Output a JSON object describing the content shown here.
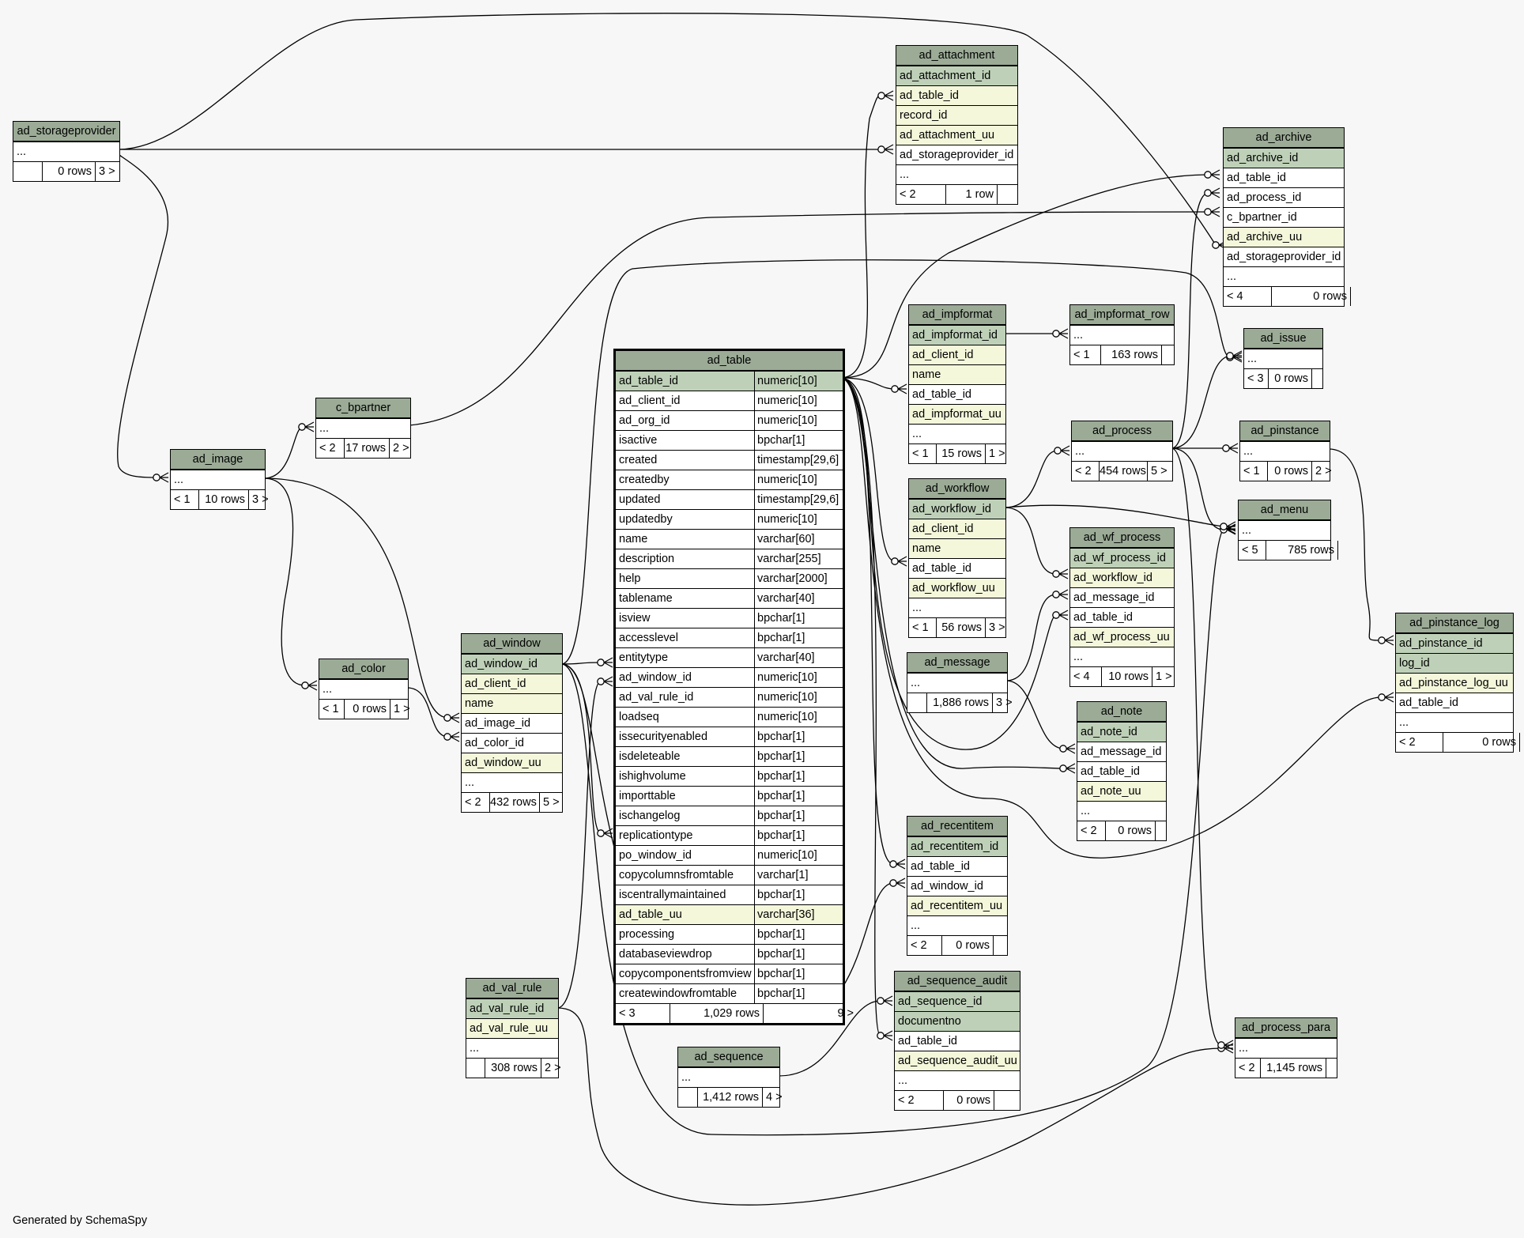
{
  "footer": "Generated by SchemaSpy",
  "tables": {
    "ad_storageprovider": {
      "title": "ad_storageprovider",
      "rows": [
        {
          "c": "..."
        }
      ],
      "foot": [
        "",
        "0 rows",
        "3 >"
      ]
    },
    "ad_attachment": {
      "title": "ad_attachment",
      "rows": [
        {
          "c": "ad_attachment_id",
          "k": "pk"
        },
        {
          "c": "ad_table_id",
          "k": "idx"
        },
        {
          "c": "record_id",
          "k": "idx"
        },
        {
          "c": "ad_attachment_uu",
          "k": "idx"
        },
        {
          "c": "ad_storageprovider_id"
        },
        {
          "c": "..."
        }
      ],
      "foot": [
        "< 2",
        "1 row",
        ""
      ]
    },
    "ad_archive": {
      "title": "ad_archive",
      "rows": [
        {
          "c": "ad_archive_id",
          "k": "pk"
        },
        {
          "c": "ad_table_id"
        },
        {
          "c": "ad_process_id"
        },
        {
          "c": "c_bpartner_id"
        },
        {
          "c": "ad_archive_uu",
          "k": "idx"
        },
        {
          "c": "ad_storageprovider_id"
        },
        {
          "c": "..."
        }
      ],
      "foot": [
        "< 4",
        "0 rows",
        ""
      ]
    },
    "ad_impformat": {
      "title": "ad_impformat",
      "rows": [
        {
          "c": "ad_impformat_id",
          "k": "pk"
        },
        {
          "c": "ad_client_id",
          "k": "idx"
        },
        {
          "c": "name",
          "k": "idx"
        },
        {
          "c": "ad_table_id"
        },
        {
          "c": "ad_impformat_uu",
          "k": "idx"
        },
        {
          "c": "..."
        }
      ],
      "foot": [
        "< 1",
        "15 rows",
        "1 >"
      ]
    },
    "ad_impformat_row": {
      "title": "ad_impformat_row",
      "rows": [
        {
          "c": "..."
        }
      ],
      "foot": [
        "< 1",
        "163 rows",
        ""
      ]
    },
    "ad_issue": {
      "title": "ad_issue",
      "rows": [
        {
          "c": "..."
        }
      ],
      "foot": [
        "< 3",
        "0 rows",
        ""
      ]
    },
    "c_bpartner": {
      "title": "c_bpartner",
      "rows": [
        {
          "c": "..."
        }
      ],
      "foot": [
        "< 2",
        "17 rows",
        "2 >"
      ]
    },
    "ad_image": {
      "title": "ad_image",
      "rows": [
        {
          "c": "..."
        }
      ],
      "foot": [
        "< 1",
        "10 rows",
        "3 >"
      ]
    },
    "ad_process": {
      "title": "ad_process",
      "rows": [
        {
          "c": "..."
        }
      ],
      "foot": [
        "< 2",
        "454 rows",
        "5 >"
      ]
    },
    "ad_pinstance": {
      "title": "ad_pinstance",
      "rows": [
        {
          "c": "..."
        }
      ],
      "foot": [
        "< 1",
        "0 rows",
        "2 >"
      ]
    },
    "ad_workflow": {
      "title": "ad_workflow",
      "rows": [
        {
          "c": "ad_workflow_id",
          "k": "pk"
        },
        {
          "c": "ad_client_id",
          "k": "idx"
        },
        {
          "c": "name",
          "k": "idx"
        },
        {
          "c": "ad_table_id"
        },
        {
          "c": "ad_workflow_uu",
          "k": "idx"
        },
        {
          "c": "..."
        }
      ],
      "foot": [
        "< 1",
        "56 rows",
        "3 >"
      ]
    },
    "ad_menu": {
      "title": "ad_menu",
      "rows": [
        {
          "c": "..."
        }
      ],
      "foot": [
        "< 5",
        "785 rows",
        ""
      ]
    },
    "ad_wf_process": {
      "title": "ad_wf_process",
      "rows": [
        {
          "c": "ad_wf_process_id",
          "k": "pk"
        },
        {
          "c": "ad_workflow_id",
          "k": "idx"
        },
        {
          "c": "ad_message_id"
        },
        {
          "c": "ad_table_id"
        },
        {
          "c": "ad_wf_process_uu",
          "k": "idx"
        },
        {
          "c": "..."
        }
      ],
      "foot": [
        "< 4",
        "10 rows",
        "1 >"
      ]
    },
    "ad_pinstance_log": {
      "title": "ad_pinstance_log",
      "rows": [
        {
          "c": "ad_pinstance_id",
          "k": "pk"
        },
        {
          "c": "log_id",
          "k": "pk"
        },
        {
          "c": "ad_pinstance_log_uu",
          "k": "idx"
        },
        {
          "c": "ad_table_id"
        },
        {
          "c": "..."
        }
      ],
      "foot": [
        "< 2",
        "0 rows",
        ""
      ]
    },
    "ad_message": {
      "title": "ad_message",
      "rows": [
        {
          "c": "..."
        }
      ],
      "foot": [
        "",
        "1,886 rows",
        "3 >"
      ]
    },
    "ad_note": {
      "title": "ad_note",
      "rows": [
        {
          "c": "ad_note_id",
          "k": "pk"
        },
        {
          "c": "ad_message_id"
        },
        {
          "c": "ad_table_id"
        },
        {
          "c": "ad_note_uu",
          "k": "idx"
        },
        {
          "c": "..."
        }
      ],
      "foot": [
        "< 2",
        "0 rows",
        ""
      ]
    },
    "ad_color": {
      "title": "ad_color",
      "rows": [
        {
          "c": "..."
        }
      ],
      "foot": [
        "< 1",
        "0 rows",
        "1 >"
      ]
    },
    "ad_window": {
      "title": "ad_window",
      "rows": [
        {
          "c": "ad_window_id",
          "k": "pk"
        },
        {
          "c": "ad_client_id",
          "k": "idx"
        },
        {
          "c": "name",
          "k": "idx"
        },
        {
          "c": "ad_image_id"
        },
        {
          "c": "ad_color_id"
        },
        {
          "c": "ad_window_uu",
          "k": "idx"
        },
        {
          "c": "..."
        }
      ],
      "foot": [
        "< 2",
        "432 rows",
        "5 >"
      ]
    },
    "ad_recentitem": {
      "title": "ad_recentitem",
      "rows": [
        {
          "c": "ad_recentitem_id",
          "k": "pk"
        },
        {
          "c": "ad_table_id"
        },
        {
          "c": "ad_window_id"
        },
        {
          "c": "ad_recentitem_uu",
          "k": "idx"
        },
        {
          "c": "..."
        }
      ],
      "foot": [
        "< 2",
        "0 rows",
        ""
      ]
    },
    "ad_val_rule": {
      "title": "ad_val_rule",
      "rows": [
        {
          "c": "ad_val_rule_id",
          "k": "pk"
        },
        {
          "c": "ad_val_rule_uu",
          "k": "idx"
        },
        {
          "c": "..."
        }
      ],
      "foot": [
        "",
        "308 rows",
        "2 >"
      ]
    },
    "ad_sequence": {
      "title": "ad_sequence",
      "rows": [
        {
          "c": "..."
        }
      ],
      "foot": [
        "",
        "1,412 rows",
        "4 >"
      ]
    },
    "ad_sequence_audit": {
      "title": "ad_sequence_audit",
      "rows": [
        {
          "c": "ad_sequence_id",
          "k": "pk"
        },
        {
          "c": "documentno",
          "k": "pk"
        },
        {
          "c": "ad_table_id"
        },
        {
          "c": "ad_sequence_audit_uu",
          "k": "idx"
        },
        {
          "c": "..."
        }
      ],
      "foot": [
        "< 2",
        "0 rows",
        ""
      ]
    },
    "ad_process_para": {
      "title": "ad_process_para",
      "rows": [
        {
          "c": "..."
        }
      ],
      "foot": [
        "< 2",
        "1,145 rows",
        ""
      ]
    },
    "ad_table": {
      "title": "ad_table",
      "rows": [
        {
          "c": "ad_table_id",
          "t": "numeric[10]",
          "k": "pk"
        },
        {
          "c": "ad_client_id",
          "t": "numeric[10]"
        },
        {
          "c": "ad_org_id",
          "t": "numeric[10]"
        },
        {
          "c": "isactive",
          "t": "bpchar[1]"
        },
        {
          "c": "created",
          "t": "timestamp[29,6]"
        },
        {
          "c": "createdby",
          "t": "numeric[10]"
        },
        {
          "c": "updated",
          "t": "timestamp[29,6]"
        },
        {
          "c": "updatedby",
          "t": "numeric[10]"
        },
        {
          "c": "name",
          "t": "varchar[60]"
        },
        {
          "c": "description",
          "t": "varchar[255]"
        },
        {
          "c": "help",
          "t": "varchar[2000]"
        },
        {
          "c": "tablename",
          "t": "varchar[40]"
        },
        {
          "c": "isview",
          "t": "bpchar[1]"
        },
        {
          "c": "accesslevel",
          "t": "bpchar[1]"
        },
        {
          "c": "entitytype",
          "t": "varchar[40]"
        },
        {
          "c": "ad_window_id",
          "t": "numeric[10]"
        },
        {
          "c": "ad_val_rule_id",
          "t": "numeric[10]"
        },
        {
          "c": "loadseq",
          "t": "numeric[10]"
        },
        {
          "c": "issecurityenabled",
          "t": "bpchar[1]"
        },
        {
          "c": "isdeleteable",
          "t": "bpchar[1]"
        },
        {
          "c": "ishighvolume",
          "t": "bpchar[1]"
        },
        {
          "c": "importtable",
          "t": "bpchar[1]"
        },
        {
          "c": "ischangelog",
          "t": "bpchar[1]"
        },
        {
          "c": "replicationtype",
          "t": "bpchar[1]"
        },
        {
          "c": "po_window_id",
          "t": "numeric[10]"
        },
        {
          "c": "copycolumnsfromtable",
          "t": "varchar[1]"
        },
        {
          "c": "iscentrallymaintained",
          "t": "bpchar[1]"
        },
        {
          "c": "ad_table_uu",
          "t": "varchar[36]",
          "k": "idx"
        },
        {
          "c": "processing",
          "t": "bpchar[1]"
        },
        {
          "c": "databaseviewdrop",
          "t": "bpchar[1]"
        },
        {
          "c": "copycomponentsfromview",
          "t": "bpchar[1]"
        },
        {
          "c": "createwindowfromtable",
          "t": "bpchar[1]"
        }
      ],
      "foot": [
        "< 3",
        "1,029 rows",
        "9 >"
      ]
    }
  },
  "colors": {
    "title_bg": "#9bab96",
    "pk_bg": "#bed1b8",
    "idx_bg": "#f4f7da",
    "page_bg": "#f7f7f7"
  }
}
